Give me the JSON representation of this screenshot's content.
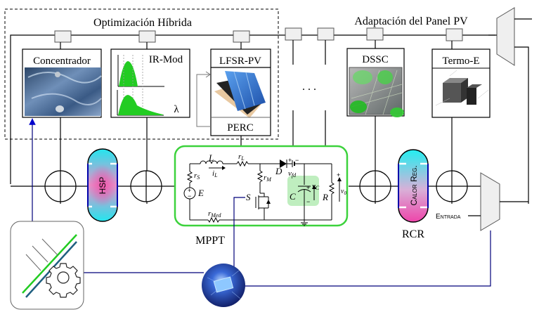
{
  "groups": {
    "hybrid_optimization_title": "Optimización Híbrida",
    "pv_adaptation_title": "Adaptación del Panel PV"
  },
  "modules": {
    "concentrador": "Concentrador",
    "ir_mod": "IR-Mod",
    "ir_mod_axis_symbol": "λ",
    "lfsr_pv": "LFSR-PV",
    "perc": "PERC",
    "dssc": "DSSC",
    "termo_e": "Termo-E",
    "ellipsis": ". . ."
  },
  "blocks": {
    "hsp": "HSP",
    "calor_reg": "Calor Reg.",
    "rcr": "RCR",
    "entrada": "Entrada",
    "mppt": "MPPT"
  },
  "circuit": {
    "L": "L",
    "iL": "i",
    "iL_sub": "L",
    "rL": "r",
    "rL_sub": "L",
    "rS": "r",
    "rS_sub": "S",
    "E": "E",
    "rM": "r",
    "rM_sub": "M",
    "D": "D",
    "vfd": "v",
    "vfd_sub": "fd",
    "S": "S",
    "C": "C",
    "vC": "v",
    "vC_sub": "C",
    "R": "R",
    "v0": "v",
    "v0_sub": "0",
    "rMed": "r",
    "rMed_sub": "Med",
    "plus": "+",
    "minus": "−"
  },
  "colors": {
    "wire": "#000000",
    "control_wire": "#00007a",
    "mppt_border": "#3cd23c",
    "connector_fill": "#f0f0f0",
    "green_curve": "#22cc22",
    "capacitor_highlight": "#bfeebf"
  }
}
